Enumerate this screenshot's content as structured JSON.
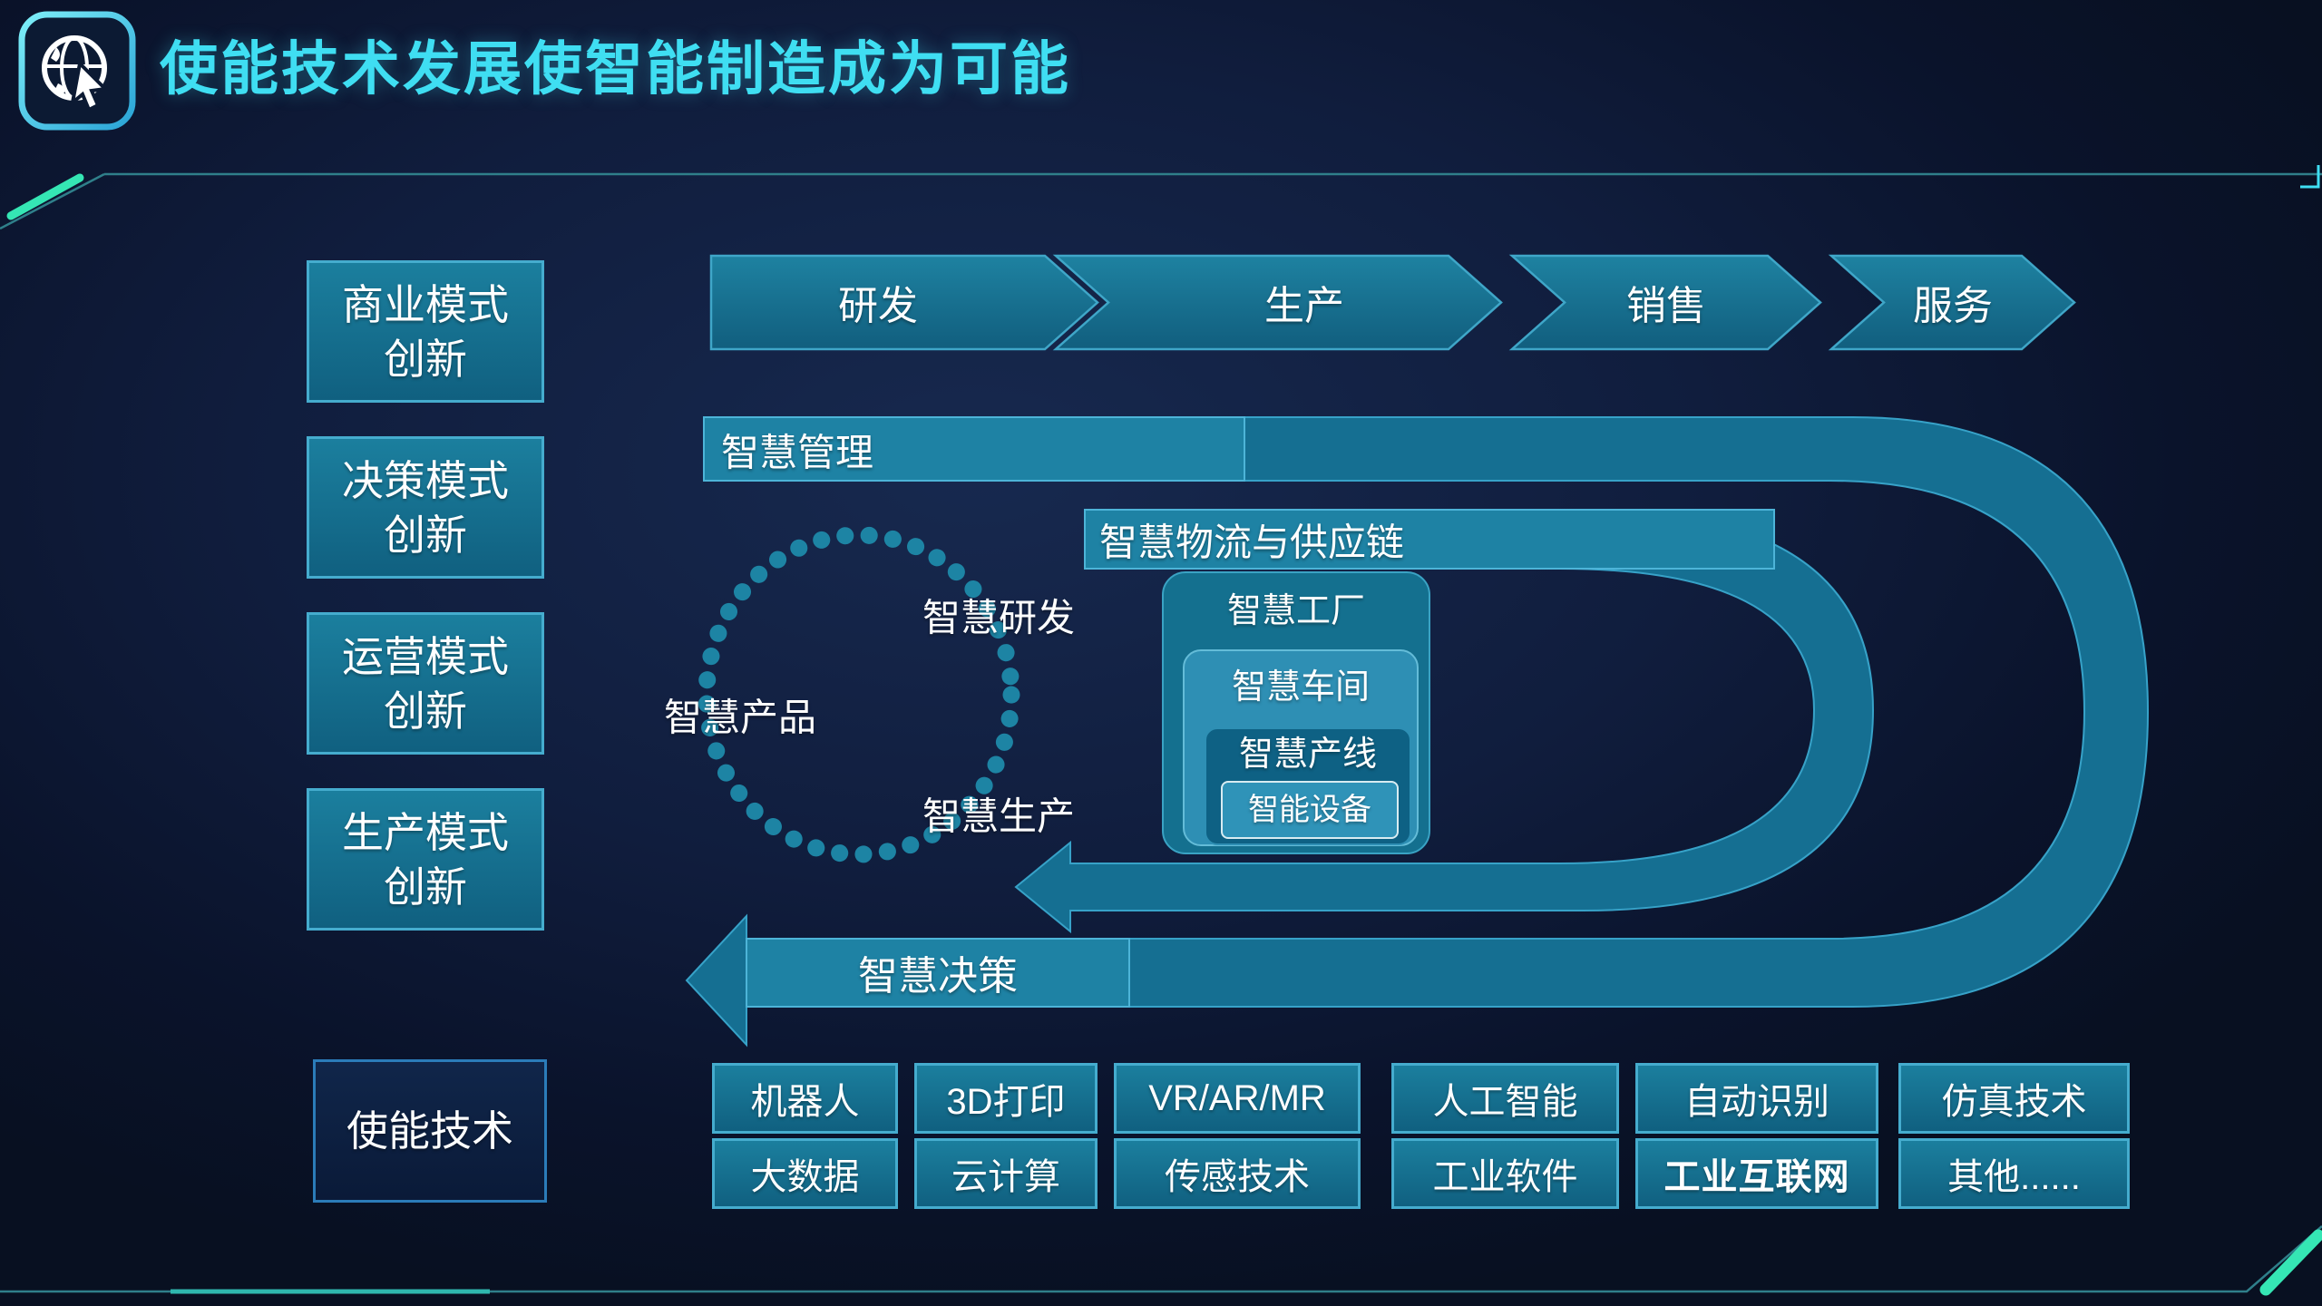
{
  "header": {
    "title": "使能技术发展使智能制造成为可能",
    "logo_icon": "globe-cursor-icon"
  },
  "left_column": {
    "items": [
      {
        "line1": "商业模式",
        "line2": "创新"
      },
      {
        "line1": "决策模式",
        "line2": "创新"
      },
      {
        "line1": "运营模式",
        "line2": "创新"
      },
      {
        "line1": "生产模式",
        "line2": "创新"
      },
      {
        "line1": "使能技术",
        "line2": ""
      }
    ]
  },
  "process_flow": {
    "steps": [
      "研发",
      "生产",
      "销售",
      "服务"
    ]
  },
  "loop": {
    "outer_top_label": "智慧管理",
    "inner_top_label": "智慧物流与供应链",
    "outer_bottom_label": "智慧决策",
    "circle_labels": {
      "top": "智慧研发",
      "left": "智慧产品",
      "bottom": "智慧生产"
    },
    "nested": [
      "智慧工厂",
      "智慧车间",
      "智慧产线",
      "智能设备"
    ]
  },
  "tech": {
    "row1": [
      "机器人",
      "3D打印",
      "VR/AR/MR",
      "人工智能",
      "自动识别",
      "仿真技术"
    ],
    "row2": [
      "大数据",
      "云计算",
      "传感技术",
      "工业软件",
      "工业互联网",
      "其他......"
    ],
    "emphasis": "工业互联网"
  },
  "colors": {
    "background": "#101d3d",
    "title_cyan": "#3fdef2",
    "box_teal": "#14708f",
    "box_border": "#45acce",
    "band_teal": "#156f92",
    "band_edge": "#37a2c8",
    "nested_light": "#2e8fb4",
    "nested_dark": "#0e6184",
    "dark_box_border": "#2b7cb9",
    "frame_line": "#2f7f8a",
    "accent_green": "#35e6b4",
    "text_white": "#ffffff"
  }
}
